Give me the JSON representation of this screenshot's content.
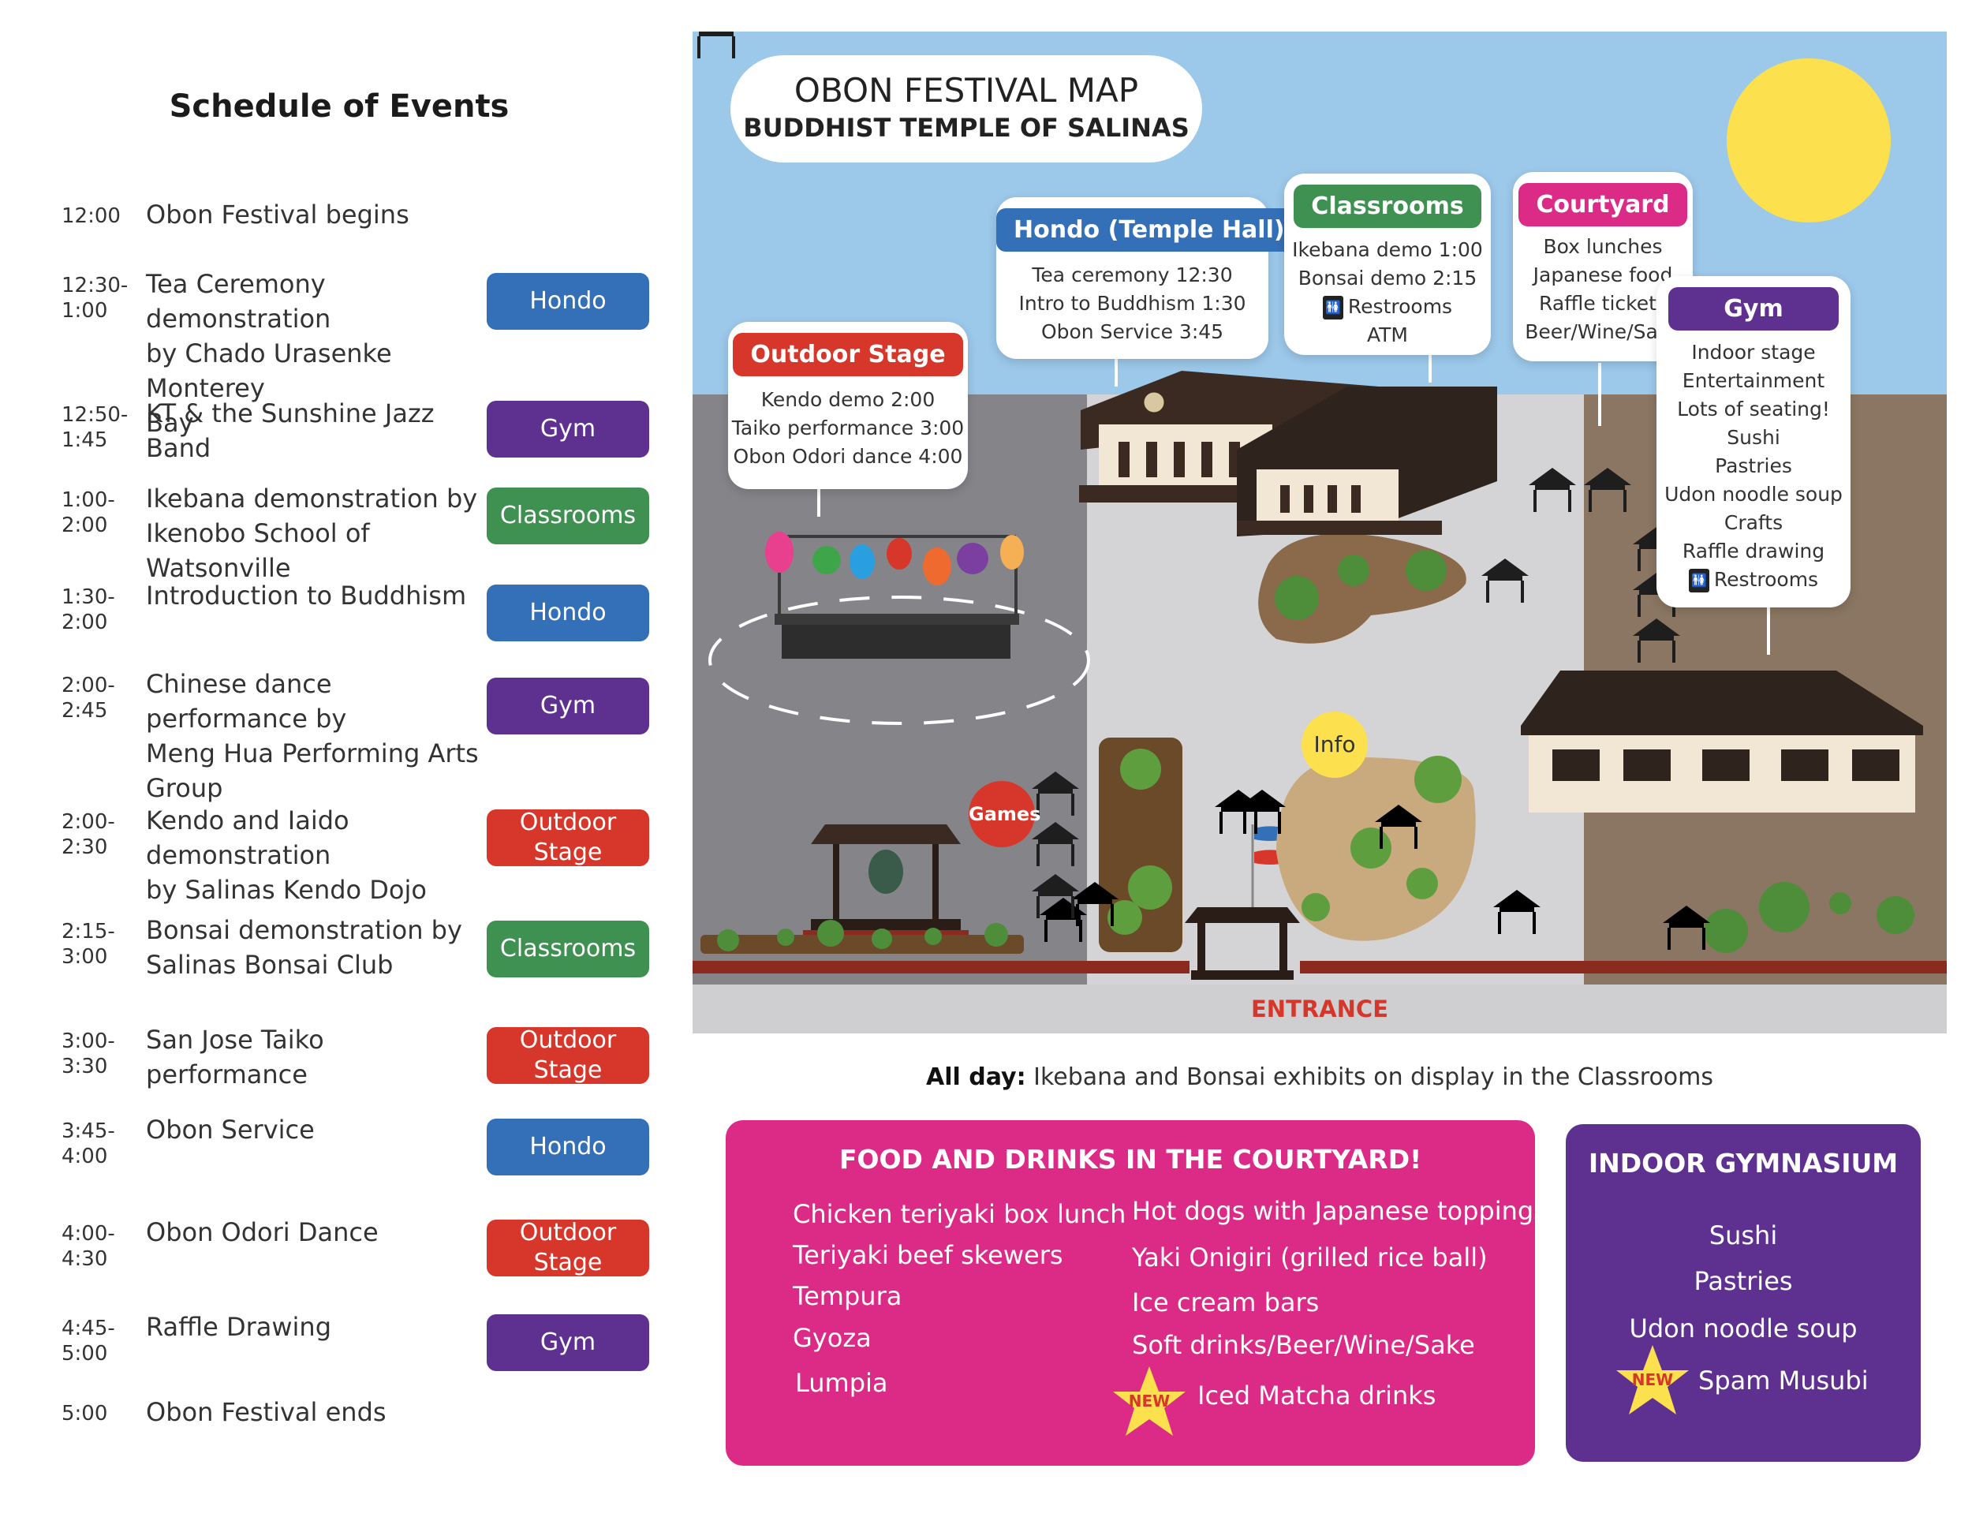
{
  "schedule": {
    "title": "Schedule of Events",
    "events": [
      {
        "time": "12:00",
        "desc": "Obon Festival begins",
        "badge": ""
      },
      {
        "time": "12:30-\n1:00",
        "desc": "Tea Ceremony demonstration\nby Chado Urasenke Monterey\nBay",
        "badge": "Hondo"
      },
      {
        "time": "12:50-\n1:45",
        "desc": "KT & the Sunshine Jazz Band",
        "badge": "Gym"
      },
      {
        "time": "1:00-\n2:00",
        "desc": "Ikebana demonstration by\nIkenobo School of Watsonville",
        "badge": "Classrooms"
      },
      {
        "time": "1:30-\n2:00",
        "desc": "Introduction to Buddhism",
        "badge": "Hondo"
      },
      {
        "time": "2:00-\n2:45",
        "desc": "Chinese dance performance by\nMeng Hua Performing Arts\nGroup",
        "badge": "Gym"
      },
      {
        "time": "2:00-\n2:30",
        "desc": "Kendo and Iaido demonstration\nby Salinas Kendo Dojo",
        "badge": "Outdoor\nStage"
      },
      {
        "time": "2:15-\n3:00",
        "desc": "Bonsai demonstration by\nSalinas Bonsai Club",
        "badge": "Classrooms"
      },
      {
        "time": "3:00-\n3:30",
        "desc": "San Jose Taiko performance",
        "badge": "Outdoor\nStage"
      },
      {
        "time": "3:45-\n4:00",
        "desc": "Obon Service",
        "badge": "Hondo"
      },
      {
        "time": "4:00-\n4:30",
        "desc": "Obon Odori Dance",
        "badge": "Outdoor\nStage"
      },
      {
        "time": "4:45-\n5:00",
        "desc": "Raffle Drawing",
        "badge": "Gym"
      },
      {
        "time": "5:00",
        "desc": "Obon Festival ends",
        "badge": ""
      }
    ]
  },
  "colors": {
    "Hondo": "#3470b8",
    "Gym": "#5e3191",
    "Classrooms": "#3f9151",
    "Outdoor\nStage": "#d7362a",
    "courtyard": "#db2b86",
    "gym_box": "#5e3191",
    "sky": "#9cc8ea",
    "sun": "#fde04d"
  },
  "map": {
    "title": "OBON FESTIVAL MAP",
    "subtitle": "BUDDHIST TEMPLE OF SALINAS",
    "entrance": "ENTRANCE",
    "games": "Games",
    "info": "Info",
    "restroom_icon": "restroom-icon",
    "cards": {
      "outdoor": {
        "title": "Outdoor Stage",
        "lines": [
          "Kendo demo 2:00",
          "Taiko performance 3:00",
          "Obon Odori dance 4:00"
        ]
      },
      "hondo": {
        "title": "Hondo (Temple Hall)",
        "lines": [
          "Tea ceremony 12:30",
          "Intro to Buddhism 1:30",
          "Obon Service 3:45"
        ]
      },
      "classrooms": {
        "title": "Classrooms",
        "lines": [
          "Ikebana demo 1:00",
          "Bonsai demo 2:15",
          "Restrooms",
          "ATM"
        ]
      },
      "courtyard": {
        "title": "Courtyard",
        "lines": [
          "Box lunches",
          "Japanese food",
          "Raffle tickets",
          "Beer/Wine/Sake"
        ]
      },
      "gym": {
        "title": "Gym",
        "lines": [
          "Indoor stage",
          "Entertainment",
          "Lots of seating!",
          "Sushi",
          "Pastries",
          "Udon noodle soup",
          "Crafts",
          "Raffle drawing",
          "Restrooms"
        ]
      }
    }
  },
  "allday": {
    "label": "All day:",
    "text": "Ikebana and Bonsai exhibits on display in the Classrooms"
  },
  "food": {
    "title": "FOOD AND DRINKS IN THE COURTYARD!",
    "left": [
      "Chicken teriyaki box lunch",
      "Teriyaki beef skewers",
      "Tempura",
      "Gyoza",
      "Lumpia"
    ],
    "right": [
      "Hot dogs with Japanese toppings",
      "Yaki Onigiri (grilled rice ball)",
      "Ice cream bars",
      "Soft drinks/Beer/Wine/Sake",
      "Iced Matcha drinks"
    ]
  },
  "gymbox": {
    "title": "INDOOR GYMNASIUM",
    "items": [
      "Sushi",
      "Pastries",
      "Udon noodle soup",
      "Spam Musubi"
    ]
  },
  "new_label": "NEW"
}
